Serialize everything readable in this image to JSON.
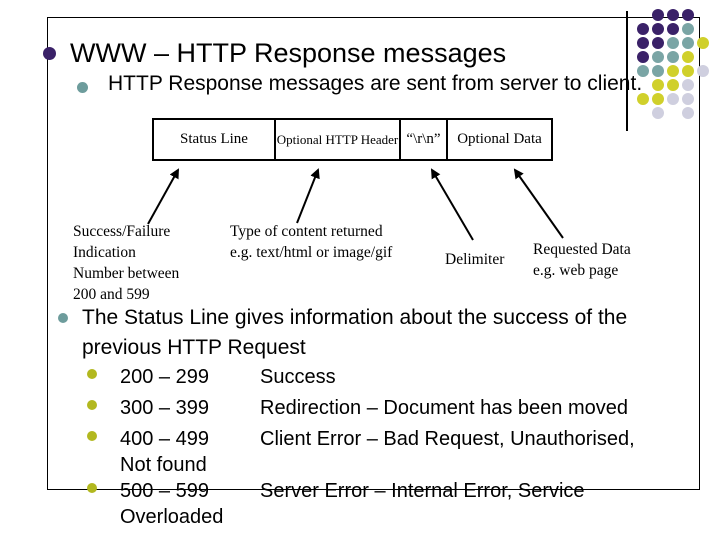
{
  "slide": {
    "title": "WWW – HTTP Response messages",
    "subtitle": "HTTP Response messages are sent from server to client."
  },
  "diagram": {
    "boxes": [
      "Status Line",
      "Optional HTTP Header",
      "“\\r\\n”",
      "Optional Data"
    ],
    "callouts": [
      {
        "lines": [
          "Success/Failure",
          "Indication",
          "Number between",
          "200 and 599"
        ]
      },
      {
        "lines": [
          "Type of content returned",
          "e.g. text/html or image/gif"
        ]
      },
      {
        "lines": [
          "Delimiter"
        ]
      },
      {
        "lines": [
          "Requested Data",
          "e.g. web page"
        ]
      }
    ]
  },
  "body": {
    "lead_lines": [
      "The Status Line gives information about the success of the",
      "previous HTTP Request"
    ],
    "items": [
      {
        "range": "200 – 299",
        "desc": "Success"
      },
      {
        "range": "300 – 399",
        "desc": "Redirection – Document has been moved"
      },
      {
        "range": "400 – 499",
        "desc": "Client Error – Bad Request, Unauthorised, Not found"
      },
      {
        "range": "500 – 599",
        "desc": "Server Error – Internal Error, Service Overloaded"
      }
    ]
  },
  "colors": {
    "ink": "#000000",
    "purple": "#3a2168",
    "teal": "#7aa5a5",
    "teal_bullet": "#6d9c9c",
    "yellow": "#d0d02b",
    "olive": "#b2b81f",
    "gray": "#cfcfdf"
  },
  "decor": {
    "dot_letter_colors": {
      "P": "purple",
      "T": "teal",
      "Y": "yellow",
      "G": "gray"
    },
    "pattern": [
      ".PPP.",
      "PPPT.",
      "PPTTY",
      "PTTY.",
      "TTYYG",
      ".YYG.",
      "YYGG.",
      ".G.G."
    ]
  }
}
